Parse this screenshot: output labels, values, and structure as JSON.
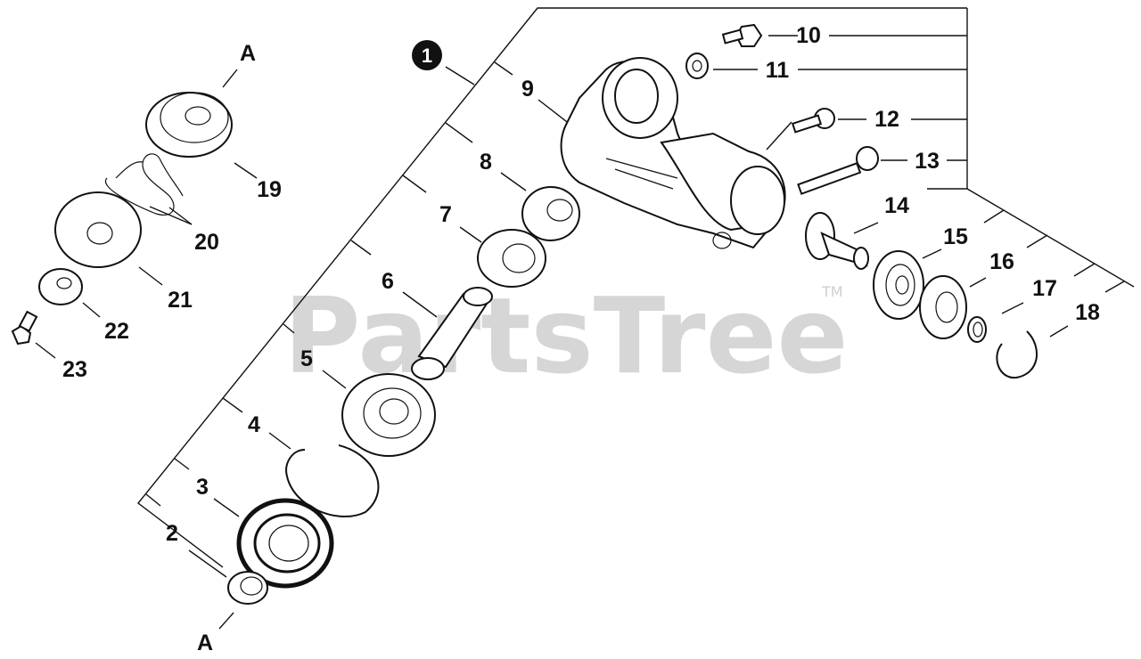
{
  "watermark": {
    "text": "PartsTree",
    "tm": "TM"
  },
  "assembly_marker": "1",
  "section_markers": [
    "A",
    "A"
  ],
  "callouts": {
    "c2": "2",
    "c3": "3",
    "c4": "4",
    "c5": "5",
    "c6": "6",
    "c7": "7",
    "c8": "8",
    "c9": "9",
    "c10": "10",
    "c11": "11",
    "c12": "12",
    "c13": "13",
    "c14": "14",
    "c15": "15",
    "c16": "16",
    "c17": "17",
    "c18": "18",
    "c19": "19",
    "c20": "20",
    "c21": "21",
    "c22": "22",
    "c23": "23"
  },
  "colors": {
    "line": "#111111",
    "watermark": "#cfcfcf",
    "background": "#ffffff"
  }
}
